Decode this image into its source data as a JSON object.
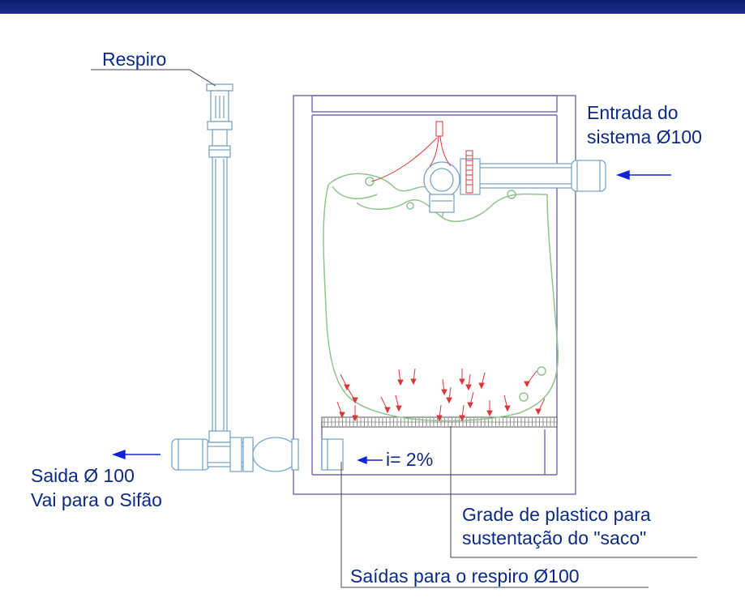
{
  "labels": {
    "respiro": "Respiro",
    "entrada_line1": "Entrada do",
    "entrada_line2": "sistema Ø100",
    "saida_line1": "Saida Ø 100",
    "saida_line2": "Vai para o Sifão",
    "slope": "i= 2%",
    "grade_line1": "Grade de plastico para",
    "grade_line2": "sustentação do \"saco\"",
    "saidas_respiro": "Saídas para o respiro Ø100"
  },
  "colors": {
    "top_bar": "#0b1d6e",
    "text": "#0b2a86",
    "pipe": "#7aa6c8",
    "bag": "#8fc48f",
    "arrows_red": "#d9383a",
    "flow_arrow": "#1022d6",
    "leader": "#333333"
  }
}
